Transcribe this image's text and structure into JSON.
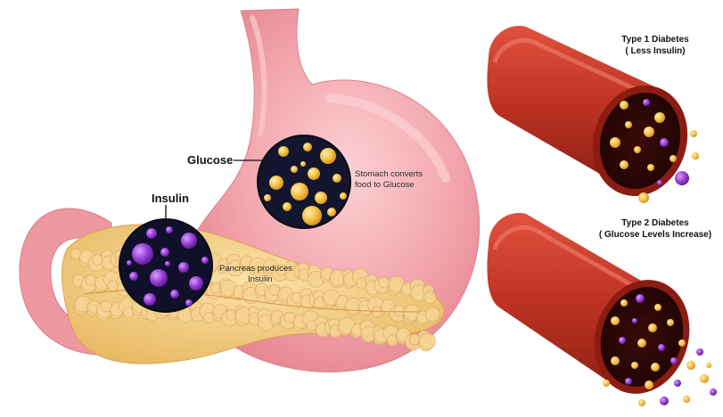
{
  "labels": {
    "glucose": "Glucose",
    "insulin": "Insulin",
    "stomach_caption_line1": "Stomach converts",
    "stomach_caption_line2": "food to Glucose",
    "pancreas_caption_line1": "Pancreas produces",
    "pancreas_caption_line2": "Insulin"
  },
  "panels": [
    {
      "title_line1": "Type 1 Diabetes",
      "title_line2": "( Less Insulin)"
    },
    {
      "title_line1": "Type 2 Diabetes",
      "title_line2": "( Glucose Levels Increase)"
    }
  ],
  "colors": {
    "stomach": "#f2a0a8",
    "pancreas": "#f0c878",
    "glucose_particle": "#f6c04a",
    "insulin_particle": "#9b3fd6",
    "vessel": "#c0392b",
    "vessel_dark": "#7a1a12"
  }
}
